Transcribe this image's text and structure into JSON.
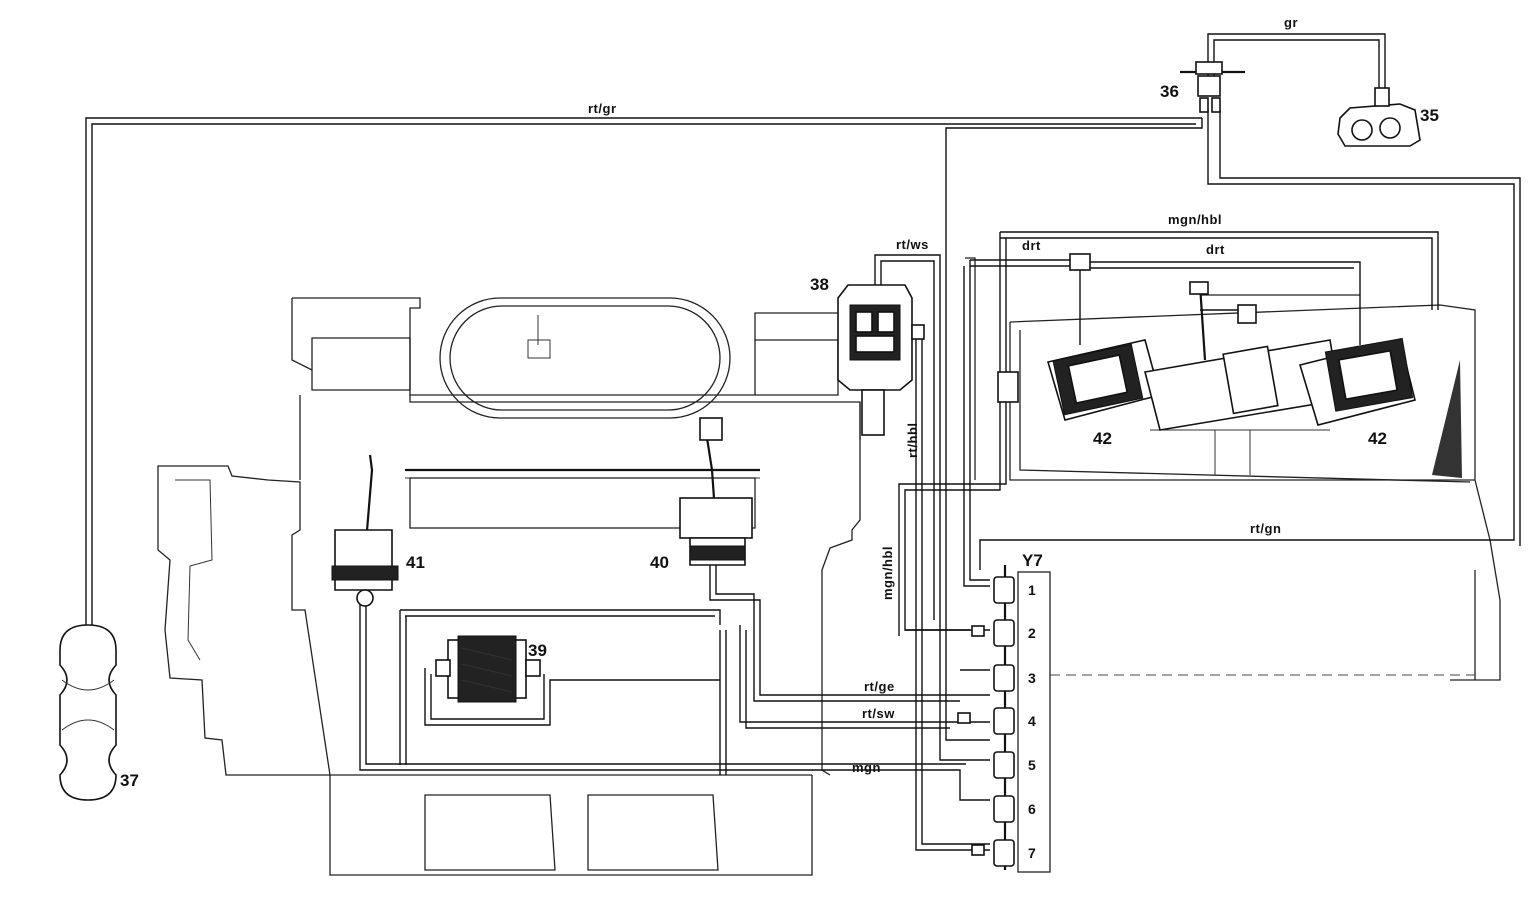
{
  "components": {
    "c35": "35",
    "c36": "36",
    "c37": "37",
    "c38": "38",
    "c39": "39",
    "c40": "40",
    "c41": "41",
    "c42a": "42",
    "c42b": "42",
    "y7": "Y7"
  },
  "wires": {
    "gr": "gr",
    "rt_gr": "rt/gr",
    "mgn_hbl_top": "mgn/hbl",
    "drt_left": "drt",
    "drt_right": "drt",
    "rt_ws": "rt/ws",
    "rt_hbl": "rt/hbl",
    "mgn_hbl_vert": "mgn/hbl",
    "rt_gn": "rt/gn",
    "rt_ge": "rt/ge",
    "rt_sw": "rt/sw",
    "mgn": "mgn"
  },
  "valve_block": {
    "ports": [
      "1",
      "2",
      "3",
      "4",
      "5",
      "6",
      "7"
    ]
  }
}
